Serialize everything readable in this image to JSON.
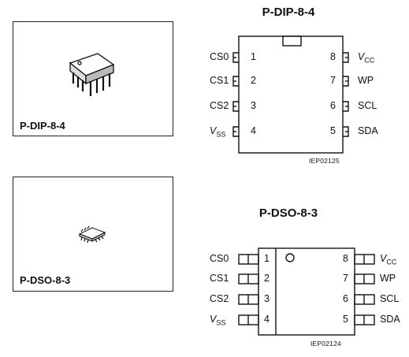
{
  "packages": [
    {
      "name": "P-DIP-8-4",
      "caption": "P-DIP-8-4",
      "figure_id": "IEP02125",
      "left_pins": [
        {
          "num": "1",
          "label": "CS0"
        },
        {
          "num": "2",
          "label": "CS1"
        },
        {
          "num": "3",
          "label": "CS2"
        },
        {
          "num": "4",
          "label_main": "V",
          "label_sub": "SS"
        }
      ],
      "right_pins": [
        {
          "num": "8",
          "label_main": "V",
          "label_sub": "CC"
        },
        {
          "num": "7",
          "label": "WP"
        },
        {
          "num": "6",
          "label": "SCL"
        },
        {
          "num": "5",
          "label": "SDA"
        }
      ]
    },
    {
      "name": "P-DSO-8-3",
      "caption": "P-DSO-8-3",
      "figure_id": "IEP02124",
      "left_pins": [
        {
          "num": "1",
          "label": "CS0"
        },
        {
          "num": "2",
          "label": "CS1"
        },
        {
          "num": "3",
          "label": "CS2"
        },
        {
          "num": "4",
          "label_main": "V",
          "label_sub": "SS"
        }
      ],
      "right_pins": [
        {
          "num": "8",
          "label_main": "V",
          "label_sub": "CC"
        },
        {
          "num": "7",
          "label": "WP"
        },
        {
          "num": "6",
          "label": "SCL"
        },
        {
          "num": "5",
          "label": "SDA"
        }
      ]
    }
  ]
}
